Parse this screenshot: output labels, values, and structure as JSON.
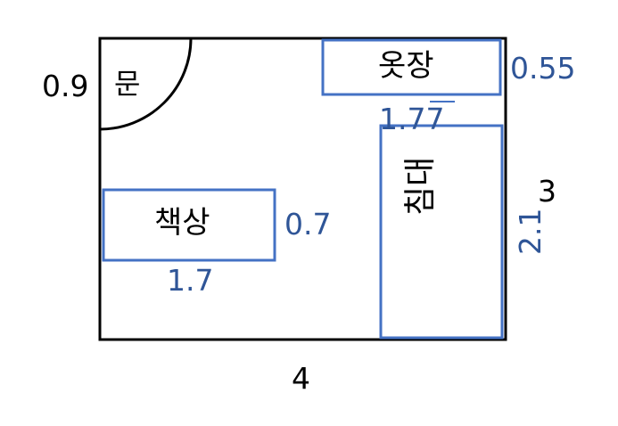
{
  "colors": {
    "wall": "#000000",
    "furniture_stroke": "#4472c4",
    "dimension_text": "#2f5597",
    "text": "#000000"
  },
  "room": {
    "width_label": "4",
    "height_label": "3"
  },
  "door": {
    "label": "문",
    "size_label": "0.9"
  },
  "wardrobe": {
    "label": "옷장",
    "width_label": "1.77",
    "depth_label": "0.55"
  },
  "desk": {
    "label": "책상",
    "width_label": "1.7",
    "depth_label": "0.7"
  },
  "bed": {
    "label": "침대",
    "length_label": "2.1"
  }
}
